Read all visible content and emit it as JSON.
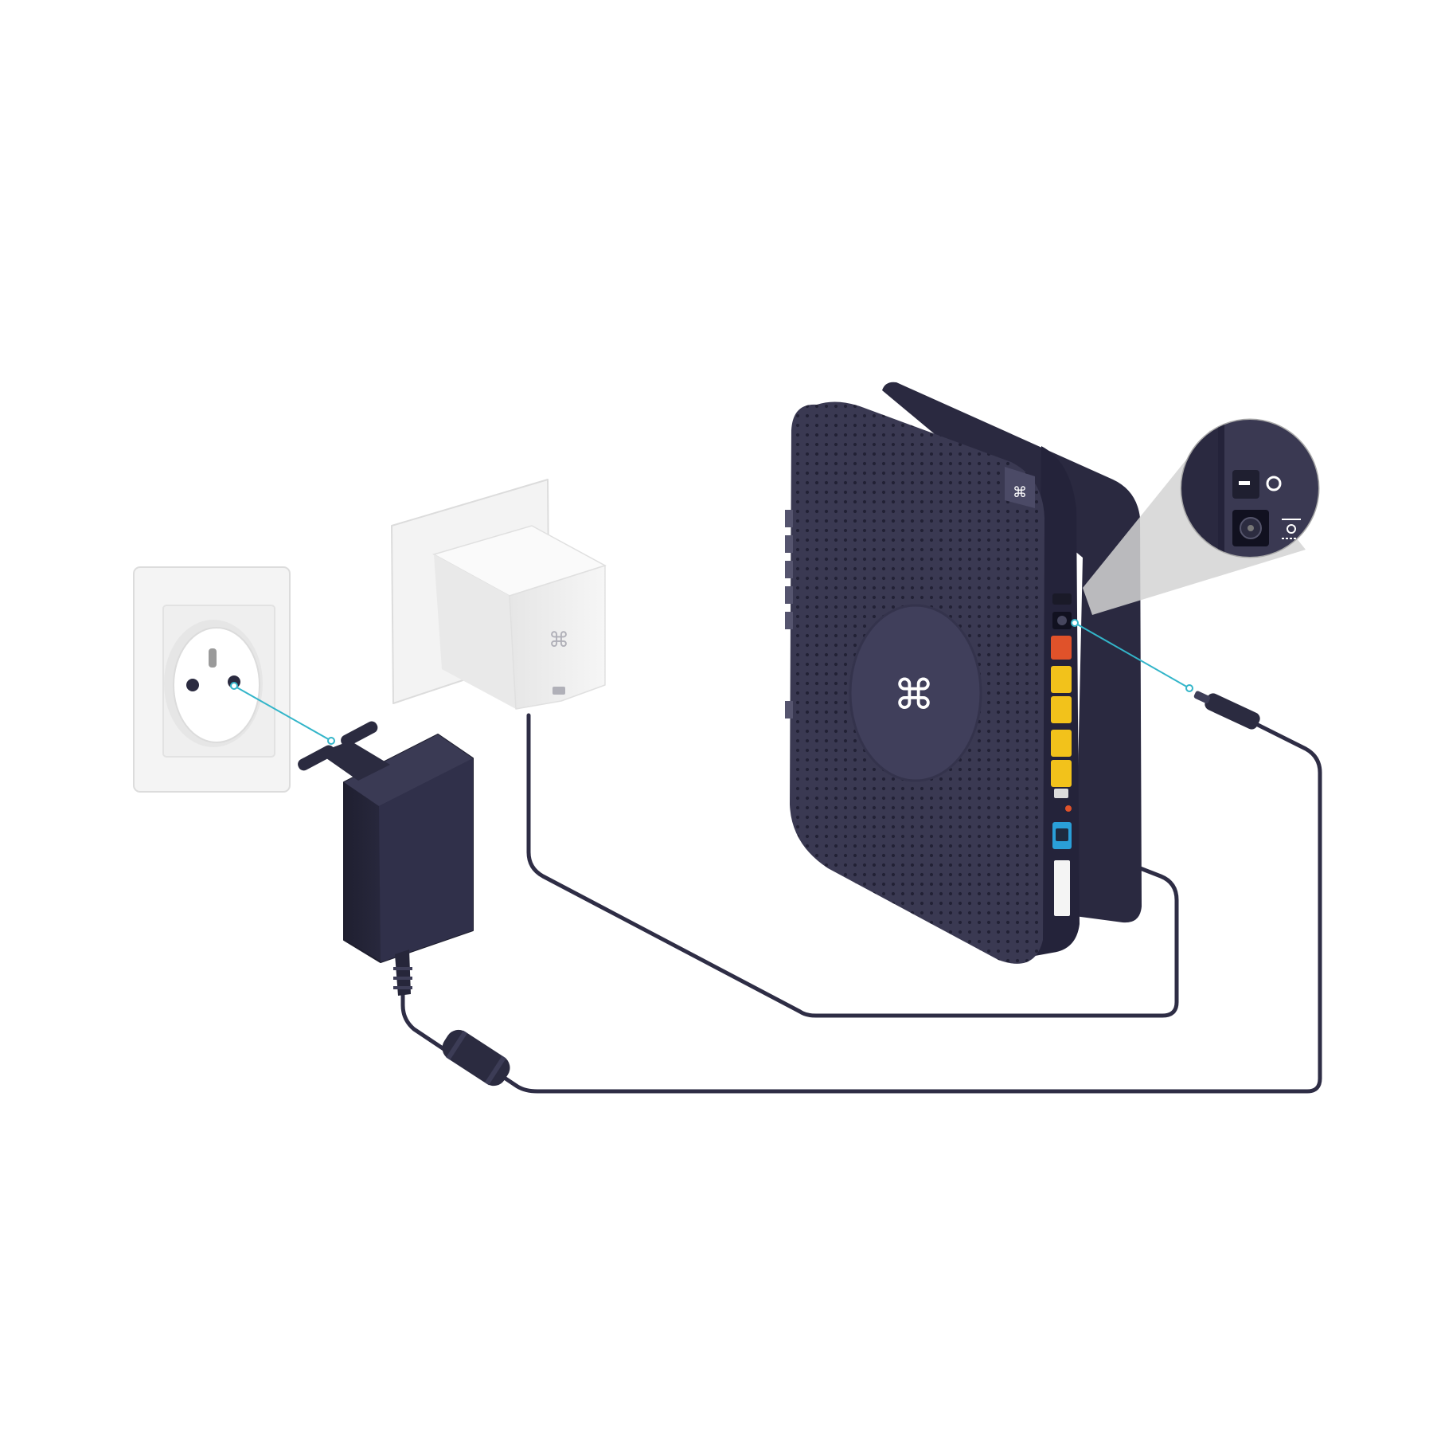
{
  "colors": {
    "background": "#ffffff",
    "router_body": "#3a3952",
    "router_side": "#2a2940",
    "router_top_hole": "#1e1d30",
    "cable": "#2e2d45",
    "adapter": "#2b2b40",
    "outlet_plate": "#f4f4f4",
    "outlet_outline": "#dcdcdc",
    "connection_line": "#33b5c9",
    "port_red": "#e0522a",
    "port_yellow": "#f2c21b",
    "port_blue": "#2a9fd8"
  },
  "icons": {
    "brand_logo": "bouygues-knot-logo-icon",
    "power_switch": "power-switch-icon",
    "dc_power": "dc-power-symbol-icon"
  },
  "parts": {
    "wall_socket": "wall-socket",
    "power_adapter": "power-adapter",
    "fibre_module": "fibre-module",
    "router": "router",
    "zoom_callout": "power-port-callout"
  },
  "router_ports": [
    "power-jack",
    "wan-port-red",
    "lan-port-1",
    "lan-port-2",
    "lan-port-3",
    "lan-port-4",
    "usb-port",
    "reset-button",
    "fibre-port-blue"
  ]
}
